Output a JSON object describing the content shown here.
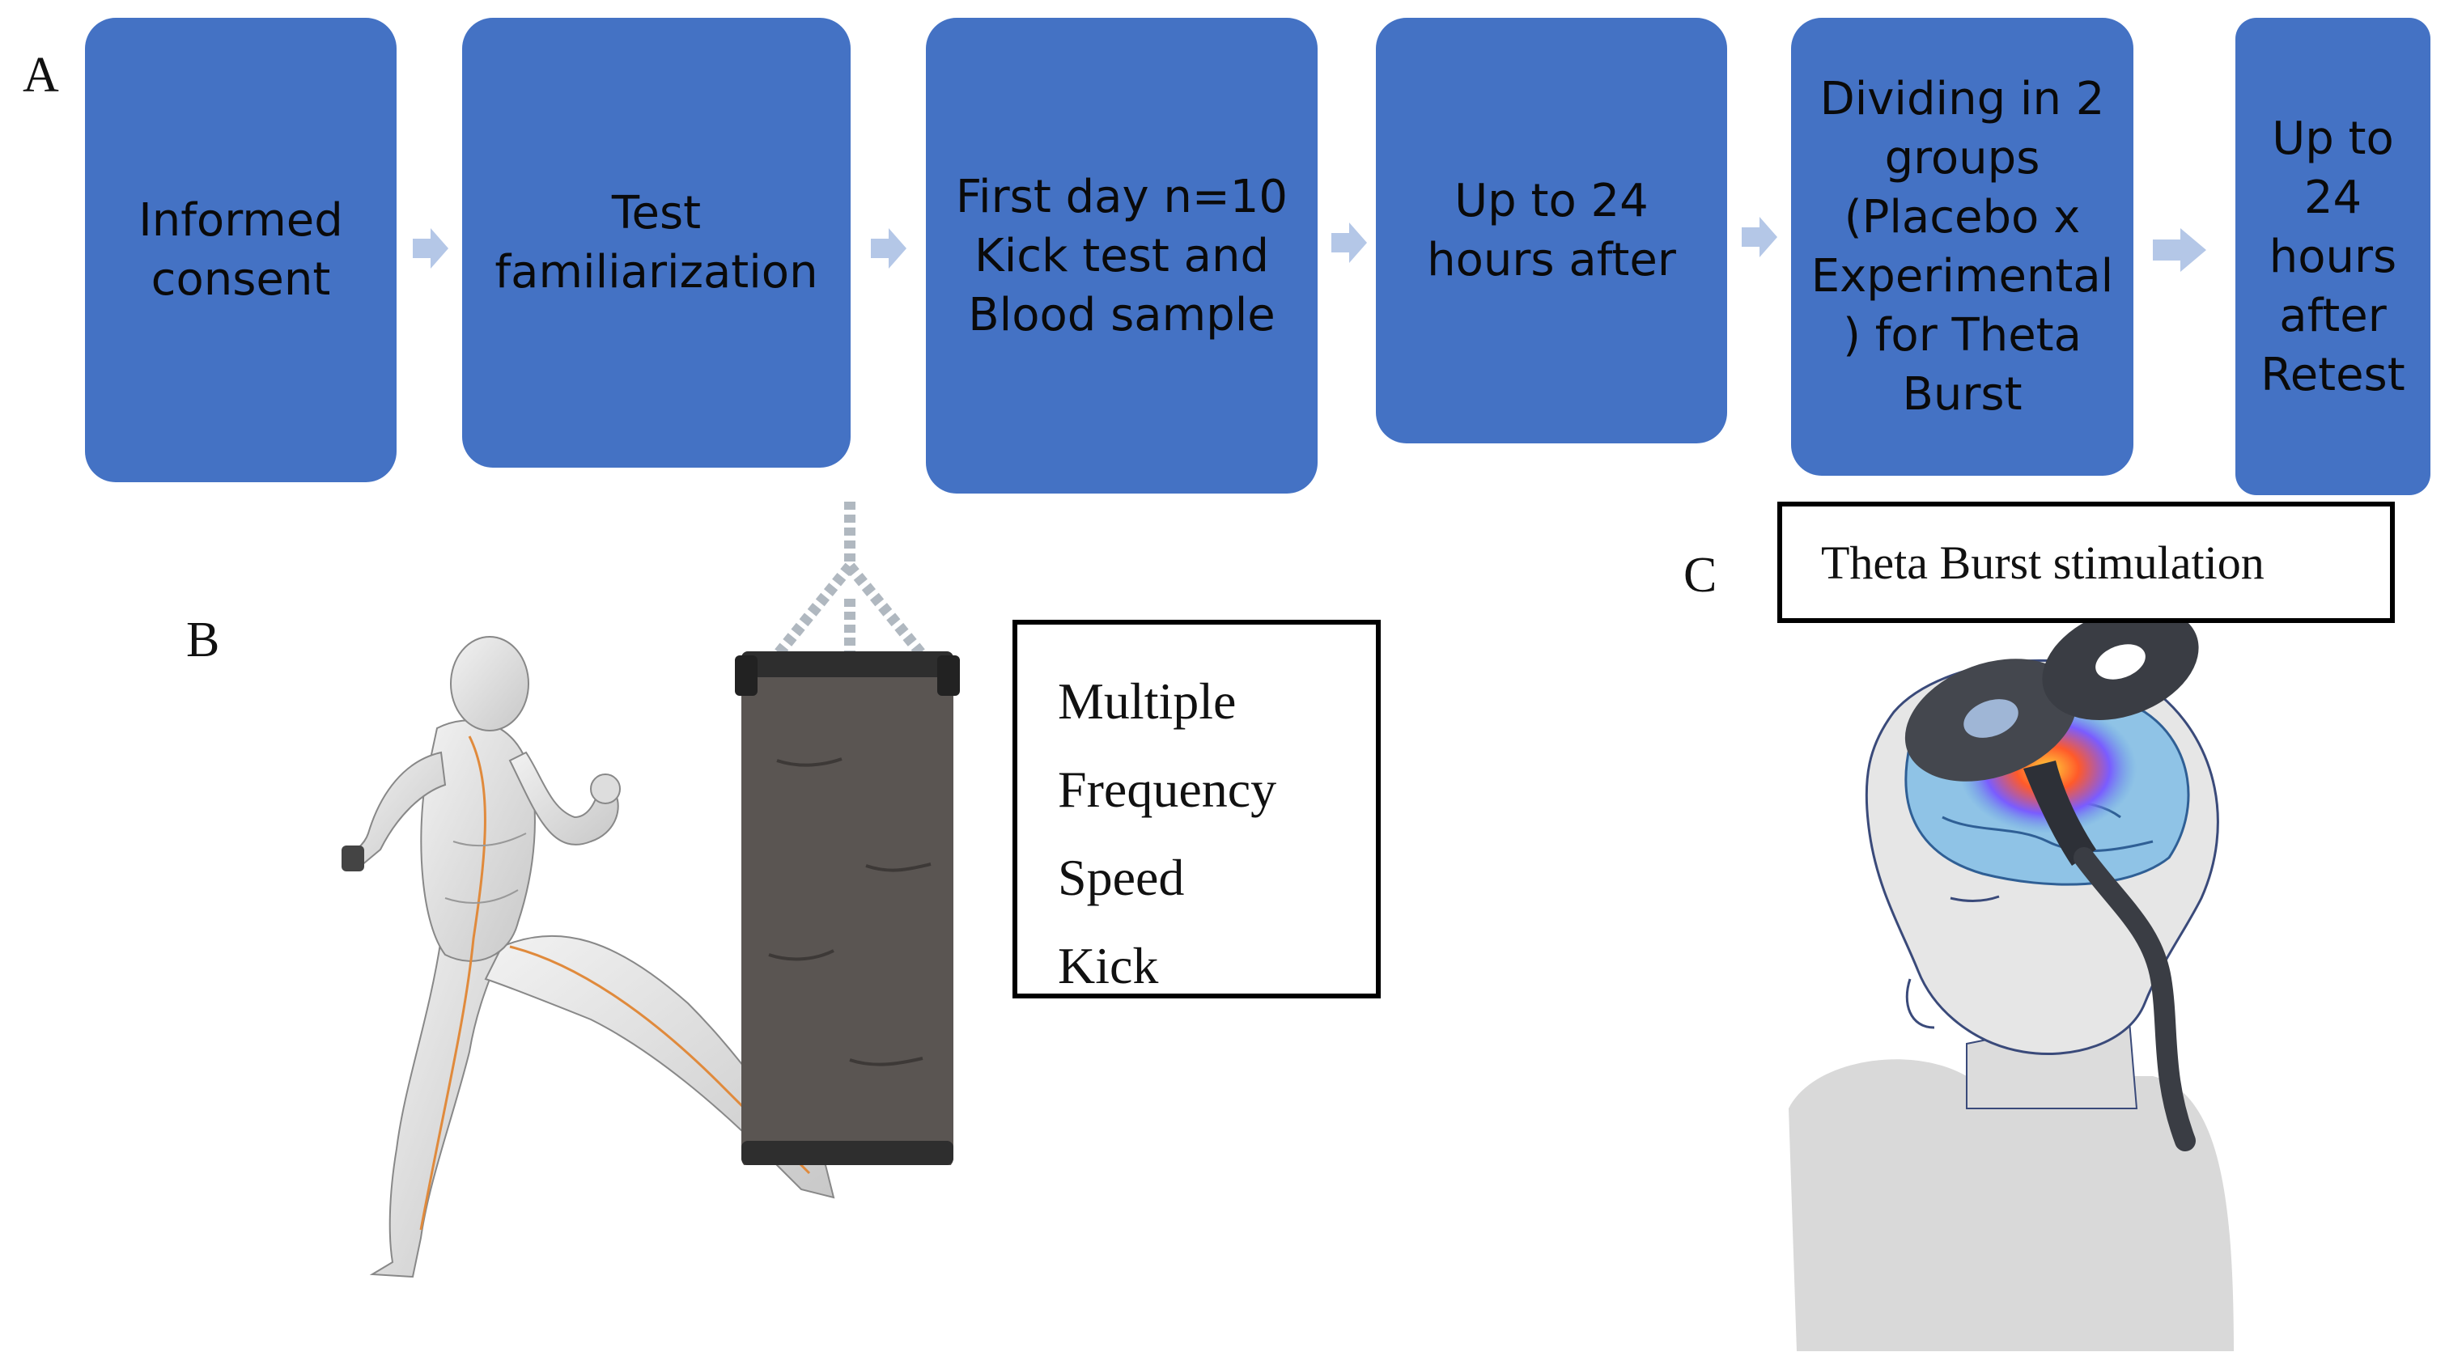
{
  "panel_a": {
    "letter": "A",
    "steps": [
      "Informed\nconsent",
      "Test\nfamiliarization",
      "First day n=10\nKick test and\nBlood sample",
      "Up to 24\nhours after",
      "Dividing in 2\ngroups\n(Placebo x\nExperimental\n) for Theta\nBurst",
      "Up to\n24\nhours\nafter\nRetest"
    ]
  },
  "panel_b": {
    "letter": "B",
    "measures": [
      "Multiple",
      "Frequency",
      "Speed",
      "Kick"
    ]
  },
  "panel_c": {
    "letter": "C",
    "title": "Theta Burst stimulation"
  },
  "colors": {
    "box": "#4472c4",
    "arrow": "#b4c7e7"
  }
}
